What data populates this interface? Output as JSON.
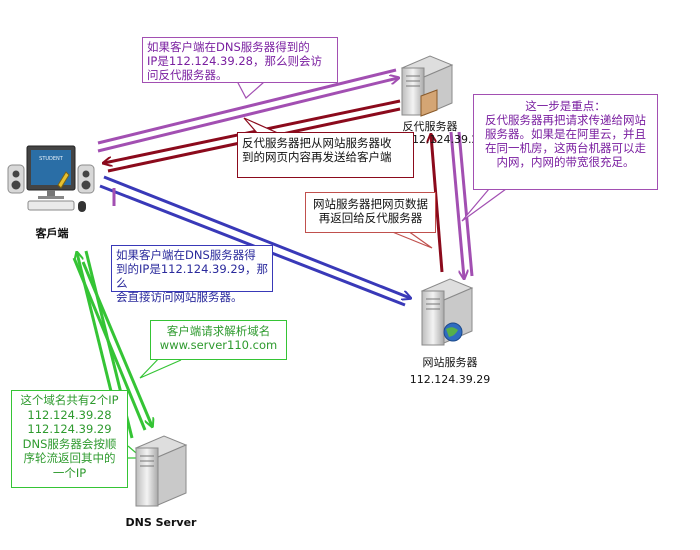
{
  "nodes": {
    "client": {
      "label": "客戶端"
    },
    "proxy": {
      "label": "反代服务器",
      "ip": "112.124.39.28"
    },
    "web": {
      "label": "网站服务器",
      "ip": "112.124.39.29"
    },
    "dns": {
      "label": "DNS Server"
    }
  },
  "monitor_text": "STUDENT",
  "notes": {
    "proxy_route": "如果客户端在DNS服务器得到的\nIP是112.124.39.28，那么则会访\n问反代服务器。",
    "proxy_return": "反代服务器把从网站服务器收\n到的网页内容再发送给客户端",
    "key_point": "这一步是重点：\n反代服务器再把请求传递给网站\n服务器。如果是在阿里云，并且\n在同一机房，这两台机器可以走\n内网，内网的带宽很充足。",
    "web_return": "网站服务器把网页数据\n再返回给反代服务器",
    "direct_route": "如果客户端在DNS服务器得\n到的IP是112.124.39.29，那么\n会直接访问网站服务器。",
    "dns_query": "客户端请求解析域名\nwww.server110.com",
    "dns_rr": "这个域名共有2个IP\n112.124.39.28\n112.124.39.29\nDNS服务器会按顺\n序轮流返回其中的\n一个IP"
  },
  "colors": {
    "purple": "#a24fb2",
    "dark_red": "#8b0a1c",
    "blue": "#3939b8",
    "green": "#35c435",
    "red_border": "#c0504d",
    "note_text_purple": "#7a1fa0",
    "note_text_darkred": "#111111",
    "note_text_blue": "#2a2a9c",
    "note_text_green": "#2e9a2e"
  }
}
